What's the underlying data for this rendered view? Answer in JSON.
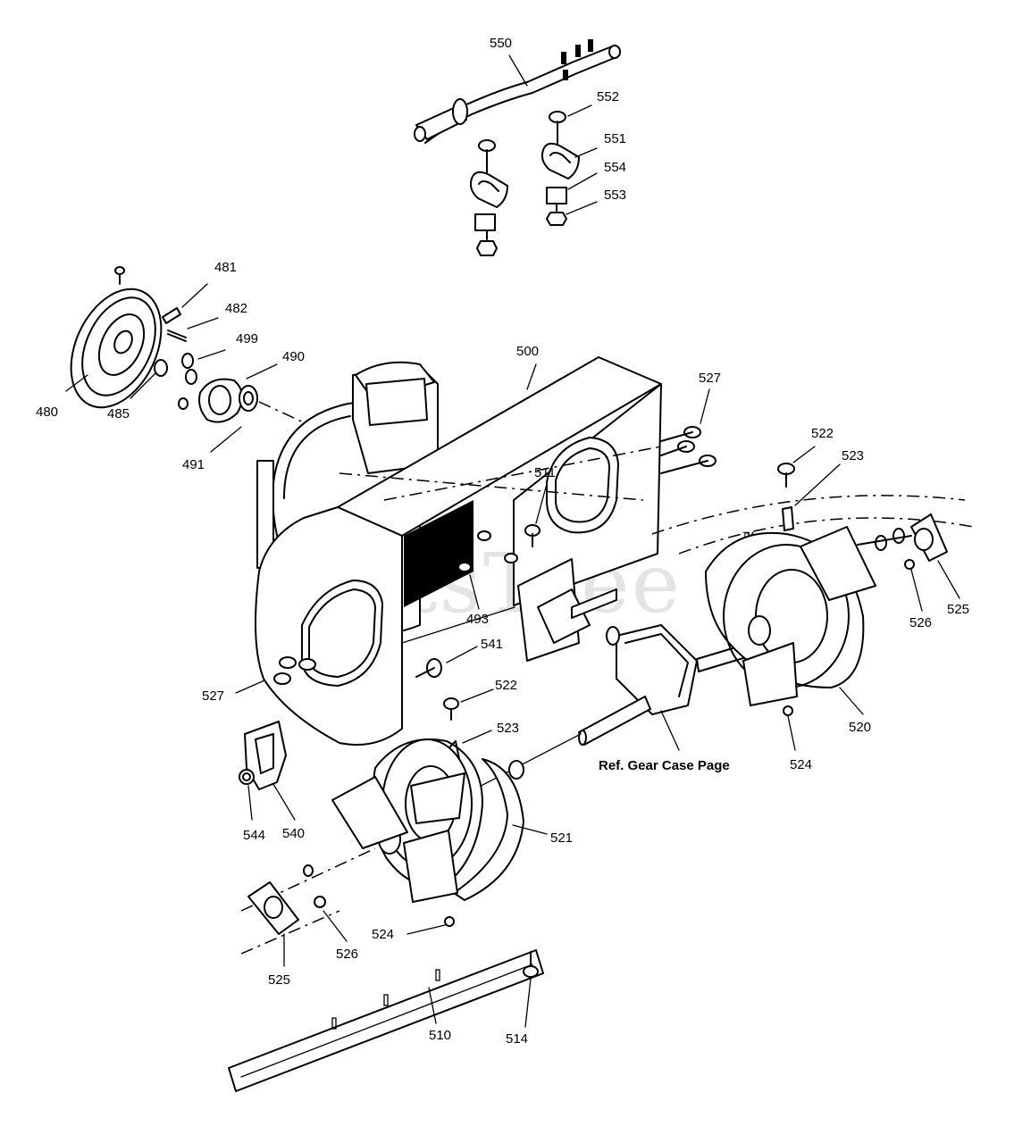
{
  "watermark": {
    "text": "PartsTree",
    "trademark": "™"
  },
  "reference": {
    "gear_case": "Ref. Gear Case Page"
  },
  "parts": {
    "p480": "480",
    "p481": "481",
    "p482": "482",
    "p485": "485",
    "p490": "490",
    "p491": "491",
    "p493": "493",
    "p499": "499",
    "p500": "500",
    "p510": "510",
    "p511": "511",
    "p514": "514",
    "p520": "520",
    "p521": "521",
    "p522a": "522",
    "p522b": "522",
    "p523a": "523",
    "p523b": "523",
    "p524a": "524",
    "p524b": "524",
    "p525a": "525",
    "p525b": "525",
    "p526a": "526",
    "p526b": "526",
    "p527a": "527",
    "p527b": "527",
    "p540": "540",
    "p541": "541",
    "p544": "544",
    "p550": "550",
    "p551": "551",
    "p552": "552",
    "p553": "553",
    "p554": "554"
  }
}
